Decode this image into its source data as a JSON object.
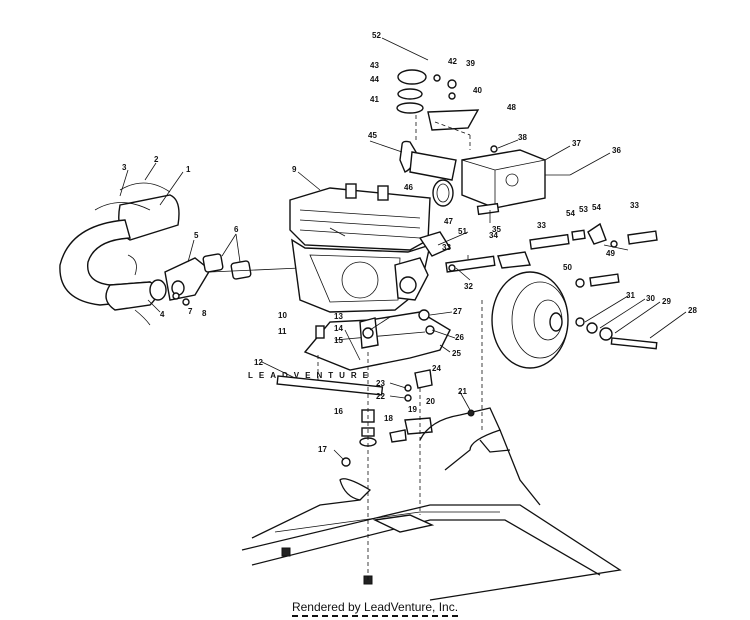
{
  "watermark": "LEADVENTURE",
  "footer": "Rendered by LeadVenture, Inc.",
  "callouts": [
    "1",
    "2",
    "3",
    "4",
    "5",
    "6",
    "7",
    "8",
    "9",
    "10",
    "11",
    "12",
    "13",
    "14",
    "15",
    "16",
    "17",
    "18",
    "19",
    "20",
    "21",
    "22",
    "23",
    "24",
    "25",
    "26",
    "27",
    "28",
    "29",
    "30",
    "31",
    "32",
    "33",
    "34",
    "35",
    "36",
    "37",
    "38",
    "39",
    "40",
    "41",
    "42",
    "43",
    "44",
    "45",
    "46",
    "47",
    "48",
    "49",
    "50",
    "51",
    "52",
    "53",
    "54"
  ]
}
